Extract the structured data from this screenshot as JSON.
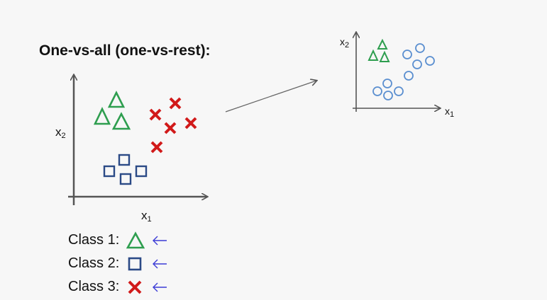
{
  "title": "One-vs-all (one-vs-rest):",
  "main_plot": {
    "x_label": "x",
    "x_sub": "1",
    "y_label": "x",
    "y_sub": "2"
  },
  "small_plot": {
    "x_label": "x",
    "x_sub": "1",
    "y_label": "x",
    "y_sub": "2"
  },
  "legend": [
    {
      "label": "Class 1:",
      "marker": "triangle",
      "color": "#2e9e4f"
    },
    {
      "label": "Class 2:",
      "marker": "square",
      "color": "#2b4a86"
    },
    {
      "label": "Class 3:",
      "marker": "cross",
      "color": "#d11a1a"
    }
  ],
  "colors": {
    "triangle": "#2e9e4f",
    "square": "#2b4a86",
    "cross": "#d11a1a",
    "circle": "#5b8fd0",
    "pointer_arrow": "#3b3bd6",
    "axis": "#555555"
  }
}
